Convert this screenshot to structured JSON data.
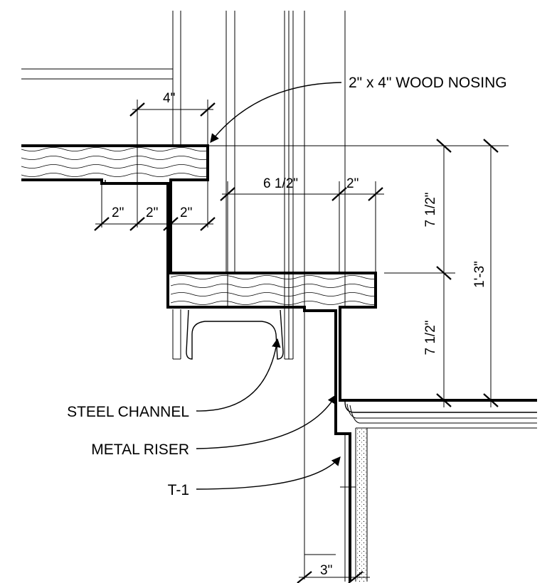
{
  "dimensions": {
    "nosing_width": "4\"",
    "tread_depth": "6 1/2\"",
    "tread_overhang": "2\"",
    "lower_2_a": "2\"",
    "lower_2_b": "2\"",
    "lower_2_c": "2\"",
    "riser_upper": "7 1/2\"",
    "riser_lower": "7 1/2\"",
    "total_rise": "1'-3\"",
    "bottom_width": "3\""
  },
  "callouts": {
    "nosing": "2\" x 4\" WOOD NOSING",
    "steel_channel": "STEEL CHANNEL",
    "metal_riser": "METAL RISER",
    "tile": "T-1"
  }
}
